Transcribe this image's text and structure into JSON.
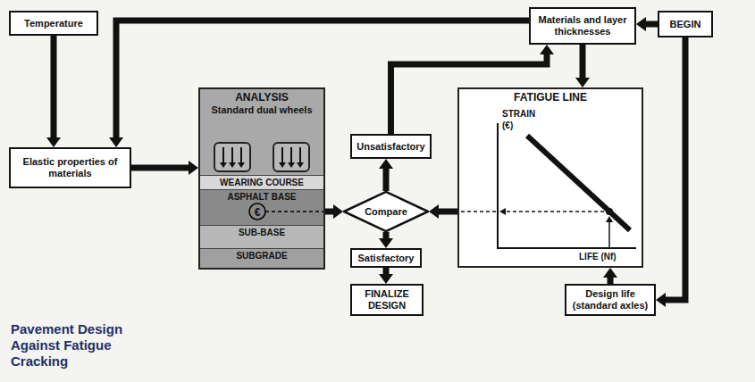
{
  "diagram": {
    "title": "Pavement Design Against Fatigue Cracking",
    "nodes": [
      {
        "text": [
          "Temperature"
        ]
      },
      {
        "text": [
          "Materials and layer thicknesses"
        ]
      },
      {
        "text": [
          "BEGIN"
        ]
      },
      {
        "text": [
          "Elastic properties of materials"
        ]
      },
      {
        "text": [
          "ANALYSIS",
          "Standard dual wheels"
        ]
      },
      {
        "text": [
          "WEARING COURSE"
        ],
        "in": 4
      },
      {
        "text": [
          "ASPHALT BASE"
        ],
        "in": 4
      },
      {
        "text": [
          "SUB-BASE"
        ],
        "in": 4
      },
      {
        "text": [
          "SUBGRADE"
        ],
        "in": 4
      },
      {
        "text": [
          "Unsatisfactory"
        ]
      },
      {
        "text": [
          "Compare"
        ]
      },
      {
        "text": [
          "Satisfactory"
        ]
      },
      {
        "text": [
          "FINALIZE DESIGN"
        ]
      },
      {
        "text": [
          "FATIGUE LINE"
        ]
      },
      {
        "text": [
          "Design life (standard axles)"
        ]
      }
    ],
    "edges": [
      {
        "from": 2,
        "to": 1,
        "arrow": "to"
      },
      {
        "from": 2,
        "to": 14,
        "arrow": "to"
      },
      {
        "from": 1,
        "to": 3,
        "arrow": "to"
      },
      {
        "from": 0,
        "to": 3,
        "arrow": "to"
      },
      {
        "from": 3,
        "to": 4,
        "arrow": "to"
      },
      {
        "from": 1,
        "to": 13,
        "arrow": "to"
      },
      {
        "from": 4,
        "to": 10,
        "arrow": "to"
      },
      {
        "from": 13,
        "to": 10,
        "arrow": "to"
      },
      {
        "from": 10,
        "to": 9,
        "arrow": "to"
      },
      {
        "from": 9,
        "to": 1,
        "arrow": "to"
      },
      {
        "from": 10,
        "to": 11,
        "arrow": "to"
      },
      {
        "from": 11,
        "to": 12,
        "arrow": "to"
      },
      {
        "from": 14,
        "to": 13,
        "arrow": "to"
      }
    ],
    "labels": [
      "€",
      "STRAIN",
      "(€)",
      "LIFE (Nf)"
    ]
  }
}
